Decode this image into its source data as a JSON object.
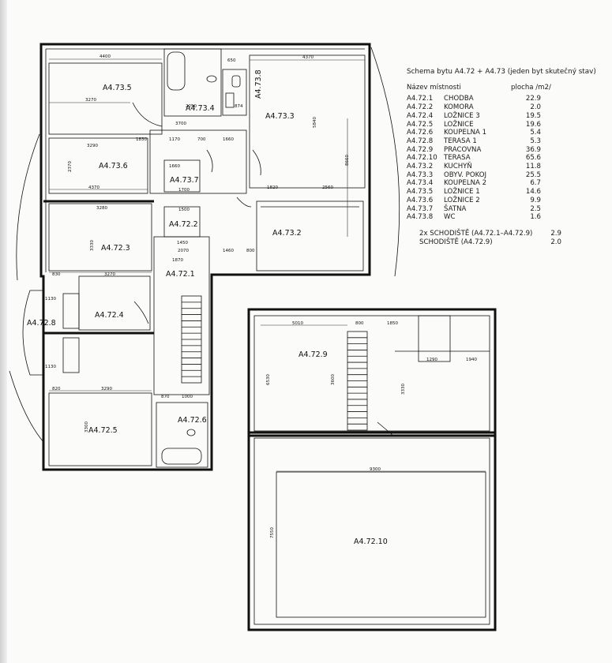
{
  "legend": {
    "title": "Schema bytu A4.72 + A4.73 (jeden byt skutečný stav)",
    "col_name": "Název místnosti",
    "col_area": "plocha /m2/",
    "rows": [
      {
        "code": "A4.72.1",
        "name": "CHODBA",
        "area": "22.9"
      },
      {
        "code": "A4.72.2",
        "name": "KOMORA",
        "area": "2.0"
      },
      {
        "code": "A4.72.4",
        "name": "LOŽNICE 3",
        "area": "19.5"
      },
      {
        "code": "A4.72.5",
        "name": "LOŽNICE",
        "area": "19.6"
      },
      {
        "code": "A4.72.6",
        "name": "KOUPELNA 1",
        "area": "5.4"
      },
      {
        "code": "A4.72.8",
        "name": "TERASA 1",
        "area": "5.3"
      },
      {
        "code": "A4.72.9",
        "name": "PRACOVNA",
        "area": "36.9"
      },
      {
        "code": "A4.72.10",
        "name": "TERASA",
        "area": "65.6"
      },
      {
        "code": "A4.73.2",
        "name": "KUCHYŇ",
        "area": "11.8"
      },
      {
        "code": "A4.73.3",
        "name": "OBYV. POKOJ",
        "area": "25.5"
      },
      {
        "code": "A4.73.4",
        "name": "KOUPELNA 2",
        "area": "6.7"
      },
      {
        "code": "A4.73.5",
        "name": "LOŽNICE 1",
        "area": "14.6"
      },
      {
        "code": "A4.73.6",
        "name": "LOŽNICE 2",
        "area": "9.9"
      },
      {
        "code": "A4.73.7",
        "name": "ŠATNA",
        "area": "2.5"
      },
      {
        "code": "A4.73.8",
        "name": "WC",
        "area": "1.6"
      }
    ],
    "extra": [
      {
        "label": "2x SCHODIŠTĚ (A4.72.1–A4.72.9)",
        "area": "2.9"
      },
      {
        "label": "SCHODIŠTĚ (A4.72.9)",
        "area": "2.0"
      }
    ]
  },
  "rooms": {
    "a4735": "A4.73.5",
    "a4734": "A4.73.4",
    "a4738": "A4.73.8",
    "a4733": "A4.73.3",
    "a4736": "A4.73.6",
    "a4737": "A4.73.7",
    "a4722": "A4.72.2",
    "a4732": "A4.73.2",
    "a4723": "A4.72.3",
    "a4721": "A4.72.1",
    "a4724": "A4.72.4",
    "a4728": "A4.72.8",
    "a4725": "A4.72.5",
    "a4726": "A4.72.6",
    "a4729": "A4.72.9",
    "a47210": "A4.72.10"
  },
  "dims": {
    "d4400": "4400",
    "d650": "650",
    "d4370a": "4370",
    "d3270a": "3270",
    "d2250": "2250",
    "d874": "874",
    "d3700": "3700",
    "d1830": "1830",
    "d3290a": "3290",
    "d1170": "1170",
    "d700": "700",
    "d1660": "1660",
    "d4370b": "4370",
    "d1660b": "1660",
    "d1700": "1700",
    "d1820": "1820",
    "d2560": "2560",
    "d5840": "5840",
    "d8660": "8660",
    "d3280": "3280",
    "d2370": "2370",
    "d3330": "3330",
    "d1500": "1500",
    "d1450": "1450",
    "d1870": "1870",
    "d2070": "2070",
    "d1460": "1460",
    "d800": "800",
    "d830": "830",
    "d3270b": "3270",
    "d1130a": "1130",
    "d1130b": "1130",
    "d3290b": "3290",
    "d820": "820",
    "d3300": "3300",
    "d1000": "1000",
    "d870": "870",
    "d5010": "5010",
    "d800b": "800",
    "d1850": "1850",
    "d1290": "1290",
    "d1940": "1940",
    "d6530": "6530",
    "d3600": "3600",
    "d3330b": "3330",
    "d9300": "9300",
    "d7550": "7550"
  }
}
